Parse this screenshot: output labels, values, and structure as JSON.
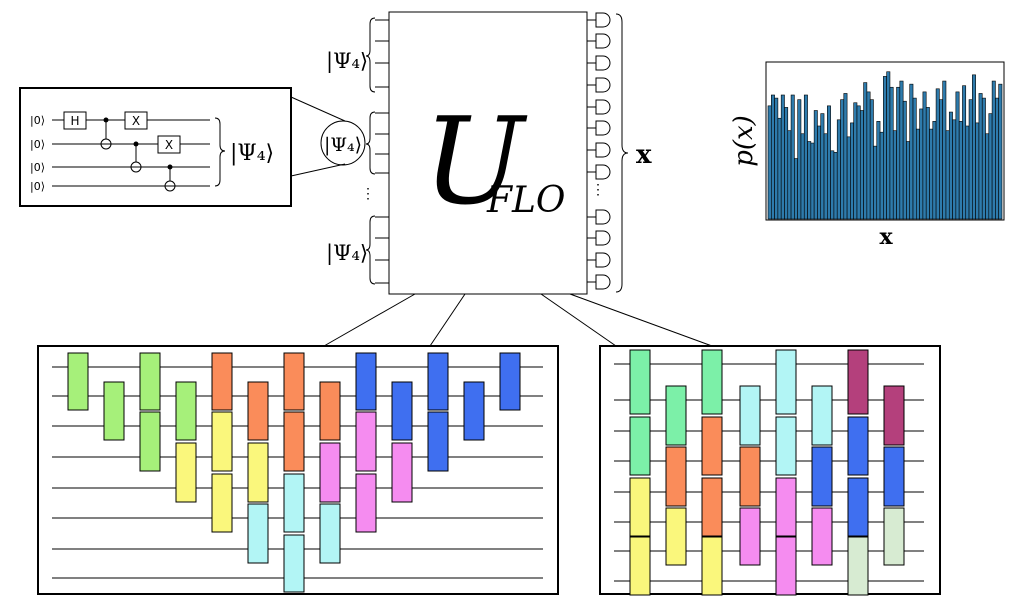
{
  "prep_circuit": {
    "kets": [
      "|0⟩",
      "|0⟩",
      "|0⟩",
      "|0⟩"
    ],
    "gate_h": "H",
    "gate_x1": "X",
    "gate_x2": "X",
    "state_label": "|Ψ₄⟩"
  },
  "main": {
    "psi_label": "|Ψ₄⟩",
    "unitary_main": "U",
    "unitary_sub": "FLO",
    "output_label": "x",
    "ellipsis": "⋮"
  },
  "histogram": {
    "ylabel": "p(x)",
    "xlabel": "x"
  },
  "chart_data": {
    "type": "bar",
    "xlabel": "x",
    "ylabel": "p(x)",
    "ylim": [
      0,
      1.0
    ],
    "values": [
      0.73,
      0.8,
      0.78,
      0.65,
      0.8,
      0.72,
      0.57,
      0.8,
      0.39,
      0.77,
      0.55,
      0.8,
      0.5,
      0.49,
      0.7,
      0.6,
      0.68,
      0.55,
      0.73,
      0.44,
      0.43,
      0.64,
      0.77,
      0.81,
      0.53,
      0.62,
      0.75,
      0.73,
      0.7,
      0.88,
      0.82,
      0.77,
      0.47,
      0.63,
      0.56,
      0.92,
      0.95,
      0.85,
      0.57,
      0.85,
      0.89,
      0.76,
      0.5,
      0.87,
      0.78,
      0.58,
      0.71,
      0.82,
      0.72,
      0.58,
      0.63,
      0.84,
      0.77,
      0.89,
      0.57,
      0.69,
      0.64,
      0.82,
      0.63,
      0.86,
      0.6,
      0.77,
      0.93,
      0.62,
      0.81,
      0.78,
      0.55,
      0.68,
      0.89,
      0.78,
      0.87
    ]
  },
  "colors": {
    "green": "#a6f07a",
    "yellow": "#faf77c",
    "orange": "#fa8c5a",
    "cyan": "#b2f5f5",
    "pink": "#f58cf0",
    "blue": "#3f6ff0",
    "mint": "#7cf0a8",
    "magenta": "#b4407c",
    "pale_green": "#d7ebd2",
    "bar": "#2e7bac"
  }
}
